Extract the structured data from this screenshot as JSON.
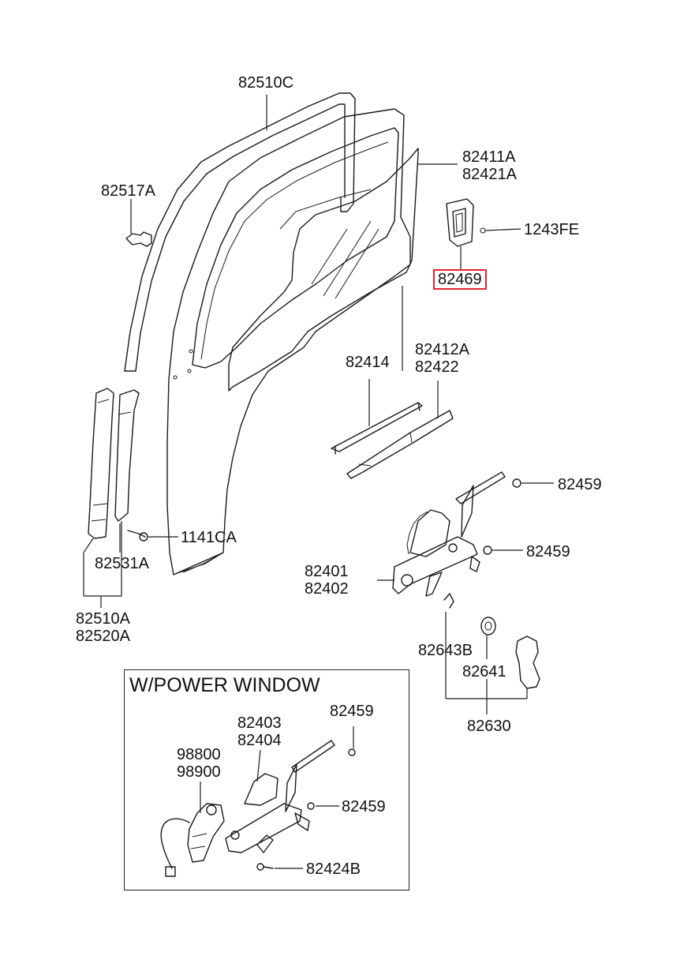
{
  "callouts": {
    "c82510C": "82510C",
    "c82411A": "82411A",
    "c82421A": "82421A",
    "c82517A": "82517A",
    "c1243FE": "1243FE",
    "c82469": "82469",
    "c82414": "82414",
    "c82412A": "82412A",
    "c82422": "82422",
    "c82459_a": "82459",
    "c1141CA": "1141CA",
    "c82459_b": "82459",
    "c82531A": "82531A",
    "c82401": "82401",
    "c82402": "82402",
    "c82510A": "82510A",
    "c82520A": "82520A",
    "c82643B": "82643B",
    "c82641": "82641",
    "c82630": "82630"
  },
  "power_window": {
    "title": "W/POWER WINDOW",
    "c82403": "82403",
    "c82404": "82404",
    "c82459_c": "82459",
    "c98800": "98800",
    "c98900": "98900",
    "c82459_d": "82459",
    "c82424B": "82424B"
  },
  "highlight_color": "#e0262b"
}
